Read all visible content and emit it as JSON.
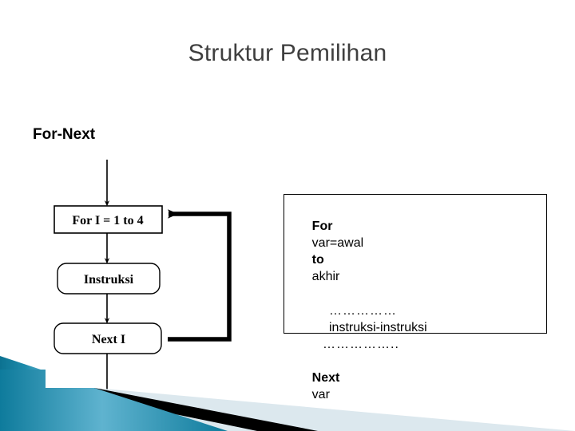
{
  "slide": {
    "title": "Struktur Pemilihan",
    "section_heading": "For-Next",
    "background_color": "#ffffff",
    "title_color": "#3f3f3f"
  },
  "flowchart": {
    "name": "for-next-flowchart",
    "nodes": [
      {
        "id": "for",
        "shape": "rectangle",
        "label": "For  I = 1 to 4"
      },
      {
        "id": "instruksi",
        "shape": "rounded-rectangle",
        "label": "Instruksi"
      },
      {
        "id": "next",
        "shape": "rounded-rectangle",
        "label": "Next   I"
      }
    ],
    "connectors": [
      {
        "id": "entry-arrow",
        "from": "start",
        "to": "for"
      },
      {
        "id": "for-to-instr",
        "from": "for",
        "to": "instruksi"
      },
      {
        "id": "instr-to-next",
        "from": "instruksi",
        "to": "next"
      },
      {
        "id": "exit-arrow",
        "from": "next",
        "to": "end"
      },
      {
        "id": "loop-back",
        "from": "next",
        "to": "for"
      }
    ]
  },
  "code_box": {
    "name": "pseudocode-box",
    "lines": [
      {
        "segments": [
          {
            "text": "For ",
            "bold": true
          },
          {
            "text": "var=awal ",
            "bold": false
          },
          {
            "text": "to ",
            "bold": true
          },
          {
            "text": "akhir",
            "bold": false
          }
        ],
        "indent": 0
      },
      {
        "segments": [
          {
            "text": "……………",
            "bold": false
          }
        ],
        "indent": 1
      },
      {
        "segments": [
          {
            "text": "instruksi-instruksi",
            "bold": false
          }
        ],
        "indent": 2
      },
      {
        "segments": [
          {
            "text": "……………..",
            "bold": false
          }
        ],
        "indent": 3
      },
      {
        "segments": [
          {
            "text": "Next ",
            "bold": true
          },
          {
            "text": "var",
            "bold": false
          }
        ],
        "indent": 0
      }
    ],
    "line_1_text": "For var=awal to akhir",
    "line_2_text": "……………",
    "line_3_text": "instruksi-instruksi",
    "line_4_text": "……………..",
    "line_5_text": "Next var"
  },
  "decoration": {
    "name": "footer-decoration",
    "colors": {
      "teal_dark": "#0e7b9c",
      "teal_mid": "#1f8fae",
      "teal_light": "#5fb3cf",
      "black_band": "#000000",
      "pale_blue": "#dce8ee"
    }
  }
}
